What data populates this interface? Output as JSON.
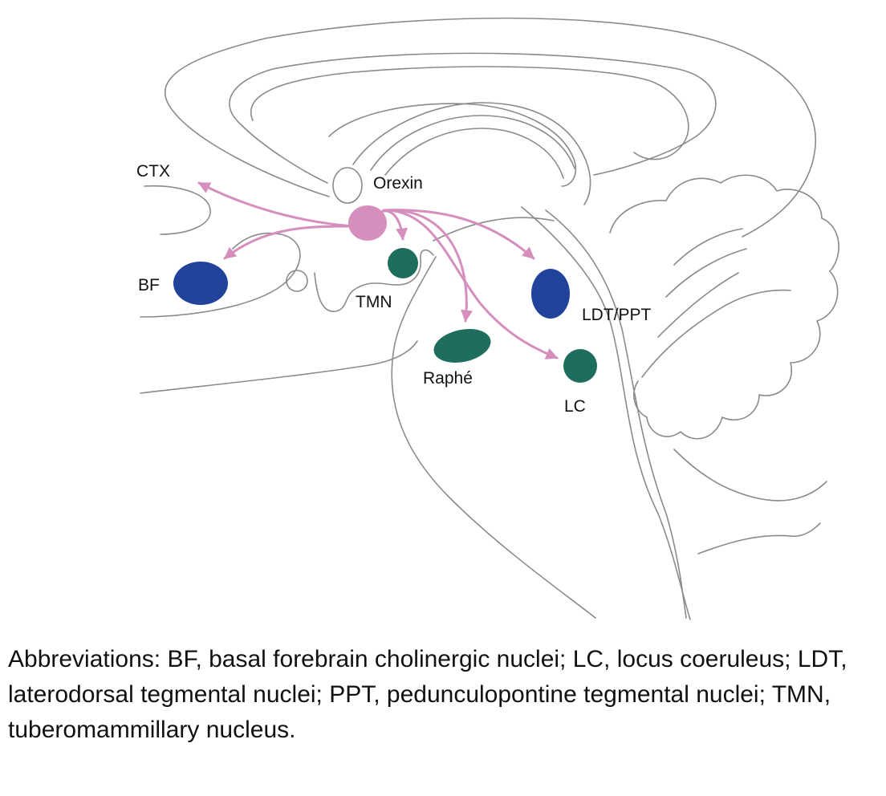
{
  "colors": {
    "orexin": "#d48fbd",
    "blue_nucleus": "#22439b",
    "green_nucleus": "#1f6e5d",
    "outline": "#8a8a8a",
    "text": "#111111"
  },
  "labels": {
    "ctx": "CTX",
    "orexin": "Orexin",
    "bf": "BF",
    "tmn": "TMN",
    "ldt_ppt": "LDT/PPT",
    "raphe": "Raphé",
    "lc": "LC"
  },
  "caption": "Abbreviations: BF, basal forebrain cholinergic nuclei; LC, locus coeruleus; LDT, laterodorsal tegmental nuclei; PPT, pedunculopontine tegmental nuclei; TMN, tuberomammillary nucleus."
}
